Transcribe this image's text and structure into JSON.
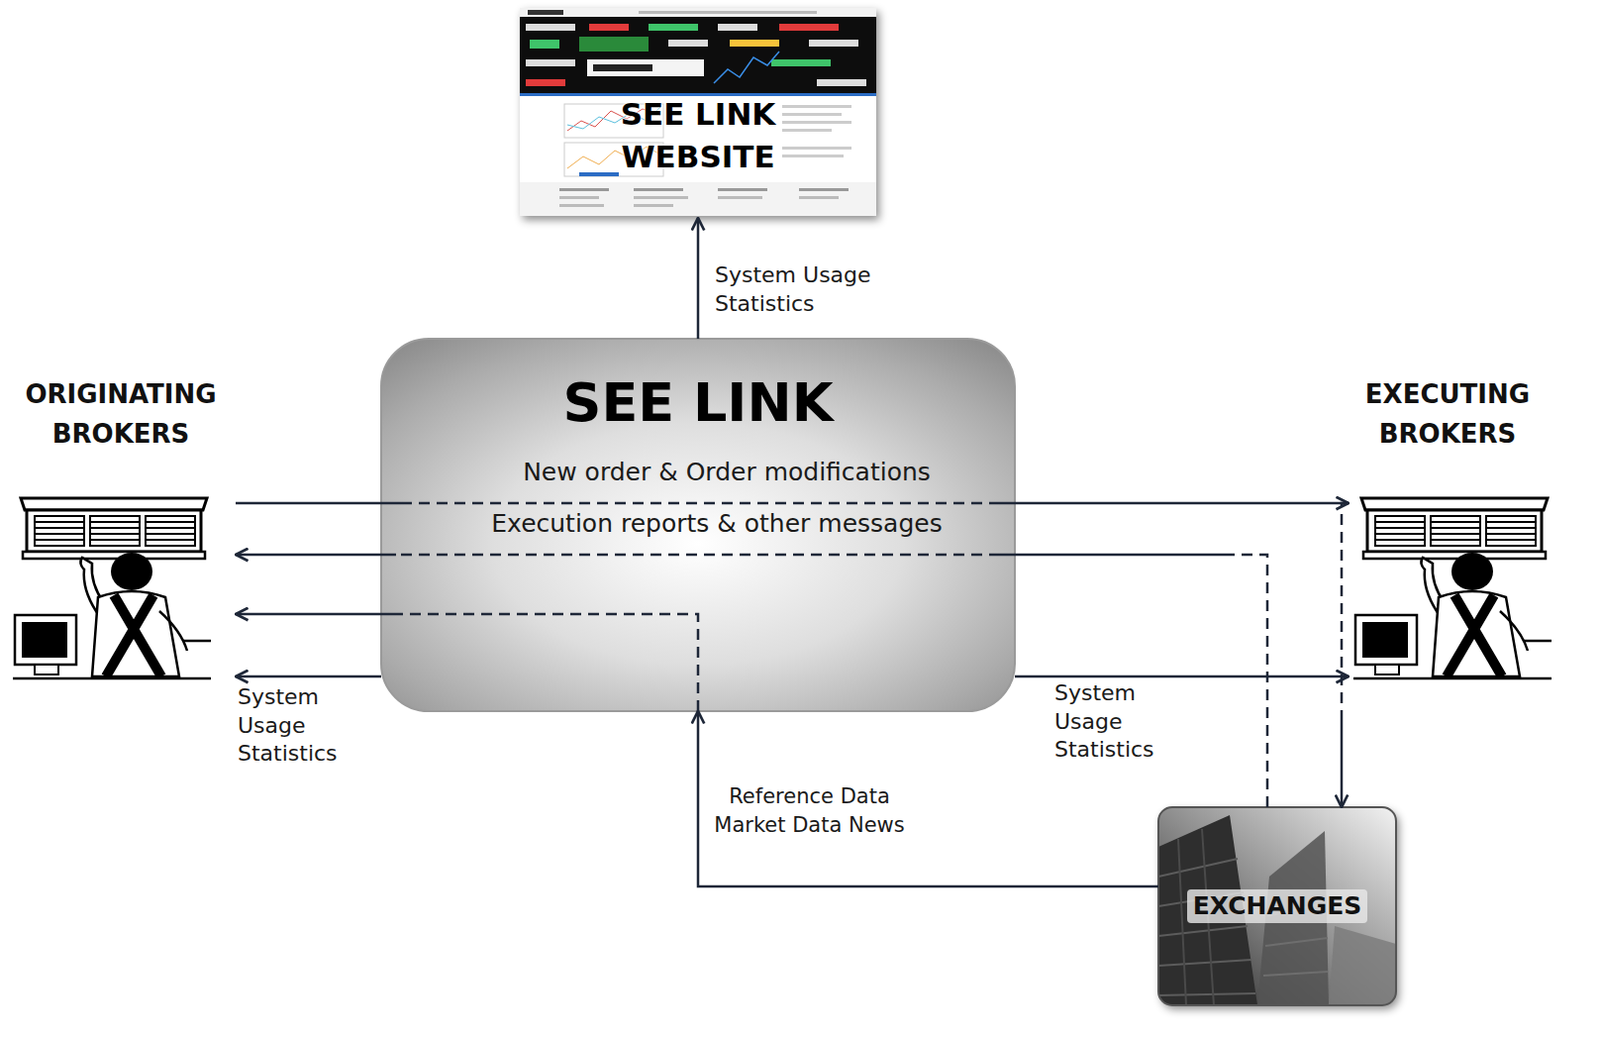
{
  "diagram": {
    "nodes": [
      {
        "text": [
          "SEE LINK WEBSITE"
        ]
      },
      {
        "text": [
          "ORIGINATING BROKERS"
        ]
      },
      {
        "text": [
          "SEE LINK"
        ]
      },
      {
        "text": [
          "EXECUTING BROKERS"
        ]
      },
      {
        "text": [
          "EXCHANGES"
        ]
      }
    ],
    "edges": [
      {
        "from": 1,
        "to": 3,
        "arrow": "to",
        "label": "New order & Order modifications"
      },
      {
        "from": 4,
        "to": 1,
        "arrow": "to",
        "label": "Execution reports & other messages"
      },
      {
        "from": 3,
        "to": 4,
        "arrow": "to"
      },
      {
        "from": 4,
        "to": 2,
        "arrow": "to",
        "label": "Reference Data Market Data News"
      },
      {
        "from": 2,
        "to": 1,
        "arrow": "to"
      },
      {
        "from": 2,
        "to": 0,
        "arrow": "to",
        "label": "System Usage Statistics"
      },
      {
        "from": 2,
        "to": 1,
        "arrow": "to",
        "label": "System Usage Statistics"
      },
      {
        "from": 2,
        "to": 3,
        "arrow": "to",
        "label": "System Usage Statistics"
      }
    ]
  }
}
